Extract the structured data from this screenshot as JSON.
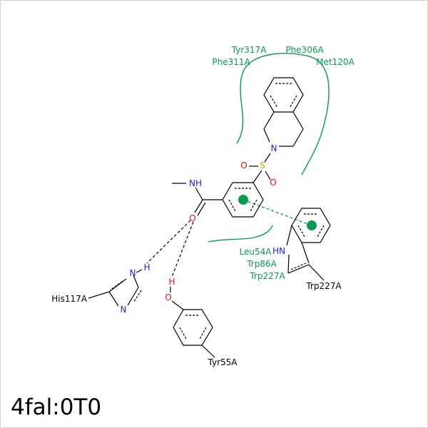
{
  "complex_id": "4fal:0T0",
  "pocket_residues_top": [
    "Tyr317A",
    "Phe306A",
    "Phe311A",
    "Met120A"
  ],
  "pocket_residues_bottom": [
    "Leu54A",
    "Trp86A",
    "Trp227A"
  ],
  "residues": {
    "trp": "Trp227A",
    "his": "His117A",
    "tyr": "Tyr55A"
  },
  "atoms": {
    "n_sulfonamide": "N",
    "s": "S",
    "o_sulfonyl_1": "O",
    "o_sulfonyl_2": "O",
    "nh_amide": "NH",
    "o_amide": "O",
    "trp_hn": "HN",
    "his_n1": "N",
    "his_h": "H",
    "his_n2": "N",
    "tyr_h": "H",
    "tyr_o": "O"
  },
  "colors": {
    "hydrophobic": "#0a9a52",
    "nitrogen": "#1f1fd0",
    "oxygen": "#e01010",
    "sulfur": "#d4a000",
    "bond": "#000000"
  }
}
